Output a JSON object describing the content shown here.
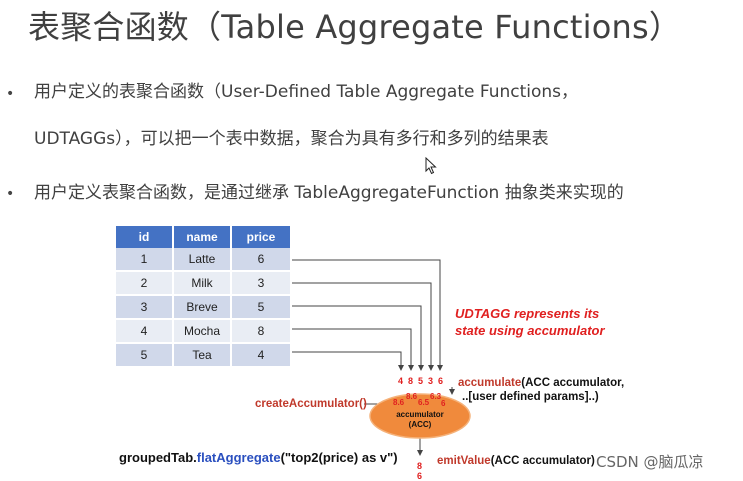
{
  "title": "表聚合函数（Table Aggregate Functions）",
  "bullets": [
    {
      "symbol": "•",
      "lines": [
        "用户定义的表聚合函数（User-Defined Table Aggregate Functions，",
        "UDTAGGs），可以把一个表中数据，聚合为具有多行和多列的结果表"
      ]
    },
    {
      "symbol": "•",
      "lines": [
        "用户定义表聚合函数，是通过继承 TableAggregateFunction 抽象类来实现的"
      ]
    }
  ],
  "table": {
    "headers": [
      "id",
      "name",
      "price"
    ],
    "rows": [
      [
        "1",
        "Latte",
        "6"
      ],
      [
        "2",
        "Milk",
        "3"
      ],
      [
        "3",
        "Breve",
        "5"
      ],
      [
        "4",
        "Mocha",
        "8"
      ],
      [
        "5",
        "Tea",
        "4"
      ]
    ],
    "header_color": "#4472c4"
  },
  "diagram": {
    "note_line1": "UDTAGG represents its",
    "note_line2": "state using accumulator",
    "incoming_values": [
      "4",
      "8",
      "5",
      "3",
      "6"
    ],
    "acc_values": [
      "8.6",
      "8.6",
      "6.5",
      "6.3",
      "6"
    ],
    "accumulate_fn": "accumulate",
    "accumulate_args": "(ACC accumulator,",
    "accumulate_args2": "..[user defined params]..)",
    "create_fn": "createAccumulator()",
    "acc_label1": "accumulator",
    "acc_label2": "(ACC)",
    "acc_color": "#f08a3c",
    "emit_fn": "emitValue",
    "emit_args": "(ACC accumulator)",
    "code_prefix": "groupedTab.",
    "code_fn": "flatAggregate",
    "code_args": "(\"top2(price) as v\")",
    "output_values": [
      "8",
      "6"
    ]
  },
  "watermark": "CSDN @脑瓜凉"
}
